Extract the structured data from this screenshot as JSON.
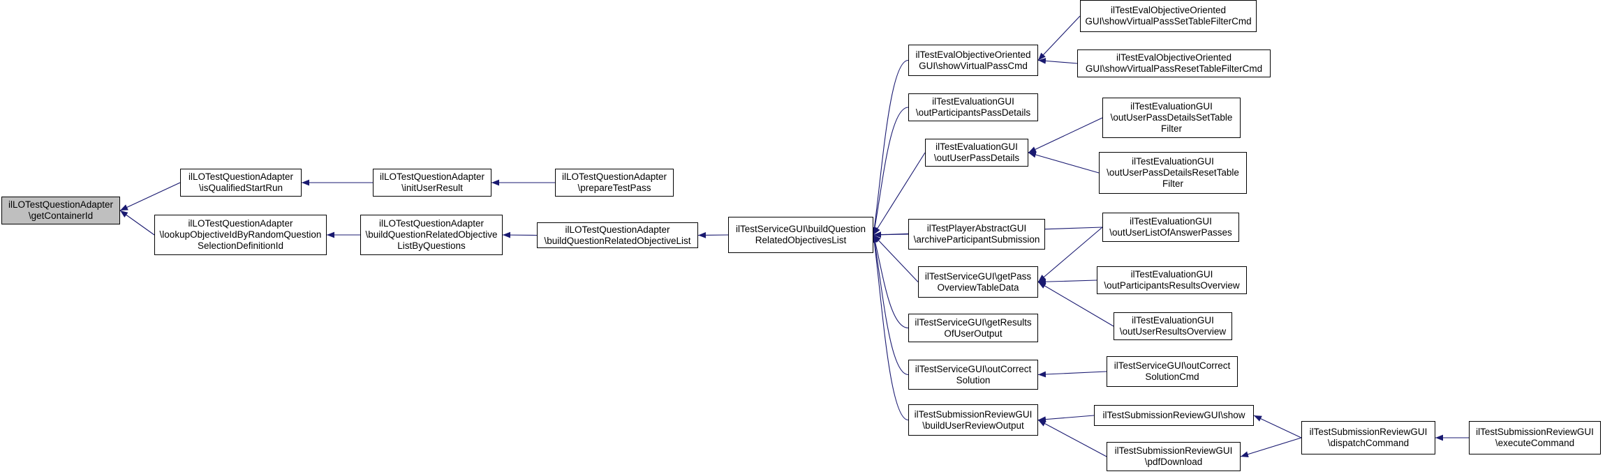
{
  "colors": {
    "edge": "#191970",
    "node_border": "#000000",
    "root_fill": "#bfbfbf",
    "node_fill": "#ffffff"
  },
  "nodes": [
    {
      "id": "n0",
      "label": "ilLOTestQuestionAdapter\n\\getContainerId",
      "root": true
    },
    {
      "id": "n1",
      "label": "ilLOTestQuestionAdapter\n\\isQualifiedStartRun"
    },
    {
      "id": "n2",
      "label": "ilLOTestQuestionAdapter\n\\lookupObjectiveIdByRandomQuestion\nSelectionDefinitionId"
    },
    {
      "id": "n3",
      "label": "ilLOTestQuestionAdapter\n\\initUserResult"
    },
    {
      "id": "n4",
      "label": "ilLOTestQuestionAdapter\n\\buildQuestionRelatedObjective\nListByQuestions"
    },
    {
      "id": "n5",
      "label": "ilLOTestQuestionAdapter\n\\prepareTestPass"
    },
    {
      "id": "n6",
      "label": "ilLOTestQuestionAdapter\n\\buildQuestionRelatedObjectiveList"
    },
    {
      "id": "n7",
      "label": "ilTestServiceGUI\\buildQuestion\nRelatedObjectivesList"
    },
    {
      "id": "n8",
      "label": "ilTestEvalObjectiveOriented\nGUI\\showVirtualPassCmd"
    },
    {
      "id": "n9",
      "label": "ilTestEvaluationGUI\n\\outParticipantsPassDetails"
    },
    {
      "id": "n10",
      "label": "ilTestEvaluationGUI\n\\outUserPassDetails"
    },
    {
      "id": "n11",
      "label": "ilTestPlayerAbstractGUI\n\\archiveParticipantSubmission"
    },
    {
      "id": "n12",
      "label": "ilTestServiceGUI\\getPass\nOverviewTableData"
    },
    {
      "id": "n13",
      "label": "ilTestServiceGUI\\getResults\nOfUserOutput"
    },
    {
      "id": "n14",
      "label": "ilTestServiceGUI\\outCorrect\nSolution"
    },
    {
      "id": "n15",
      "label": "ilTestSubmissionReviewGUI\n\\buildUserReviewOutput"
    },
    {
      "id": "n16",
      "label": "ilTestEvalObjectiveOriented\nGUI\\showVirtualPassSetTableFilterCmd"
    },
    {
      "id": "n17",
      "label": "ilTestEvalObjectiveOriented\nGUI\\showVirtualPassResetTableFilterCmd"
    },
    {
      "id": "n18",
      "label": "ilTestEvaluationGUI\n\\outUserPassDetailsSetTable\nFilter"
    },
    {
      "id": "n19",
      "label": "ilTestEvaluationGUI\n\\outUserPassDetailsResetTable\nFilter"
    },
    {
      "id": "n20",
      "label": "ilTestEvaluationGUI\n\\outUserListOfAnswerPasses"
    },
    {
      "id": "n21",
      "label": "ilTestEvaluationGUI\n\\outParticipantsResultsOverview"
    },
    {
      "id": "n22",
      "label": "ilTestEvaluationGUI\n\\outUserResultsOverview"
    },
    {
      "id": "n23",
      "label": "ilTestServiceGUI\\outCorrect\nSolutionCmd"
    },
    {
      "id": "n24",
      "label": "ilTestSubmissionReviewGUI\\show"
    },
    {
      "id": "n25",
      "label": "ilTestSubmissionReviewGUI\n\\pdfDownload"
    },
    {
      "id": "n26",
      "label": "ilTestSubmissionReviewGUI\n\\dispatchCommand"
    },
    {
      "id": "n27",
      "label": "ilTestSubmissionReviewGUI\n\\executeCommand"
    }
  ],
  "edges": [
    {
      "from": "n1",
      "to": "n0"
    },
    {
      "from": "n2",
      "to": "n0"
    },
    {
      "from": "n3",
      "to": "n1"
    },
    {
      "from": "n4",
      "to": "n2"
    },
    {
      "from": "n5",
      "to": "n3"
    },
    {
      "from": "n6",
      "to": "n4"
    },
    {
      "from": "n7",
      "to": "n6"
    },
    {
      "from": "n8",
      "to": "n7"
    },
    {
      "from": "n9",
      "to": "n7"
    },
    {
      "from": "n10",
      "to": "n7"
    },
    {
      "from": "n11",
      "to": "n7"
    },
    {
      "from": "n12",
      "to": "n7"
    },
    {
      "from": "n13",
      "to": "n7"
    },
    {
      "from": "n14",
      "to": "n7"
    },
    {
      "from": "n15",
      "to": "n7"
    },
    {
      "from": "n20",
      "to": "n7"
    },
    {
      "from": "n16",
      "to": "n8"
    },
    {
      "from": "n17",
      "to": "n8"
    },
    {
      "from": "n18",
      "to": "n10"
    },
    {
      "from": "n19",
      "to": "n10"
    },
    {
      "from": "n20",
      "to": "n12"
    },
    {
      "from": "n21",
      "to": "n12"
    },
    {
      "from": "n22",
      "to": "n12"
    },
    {
      "from": "n23",
      "to": "n14"
    },
    {
      "from": "n24",
      "to": "n15"
    },
    {
      "from": "n25",
      "to": "n15"
    },
    {
      "from": "n26",
      "to": "n24"
    },
    {
      "from": "n26",
      "to": "n25"
    },
    {
      "from": "n27",
      "to": "n26"
    }
  ]
}
